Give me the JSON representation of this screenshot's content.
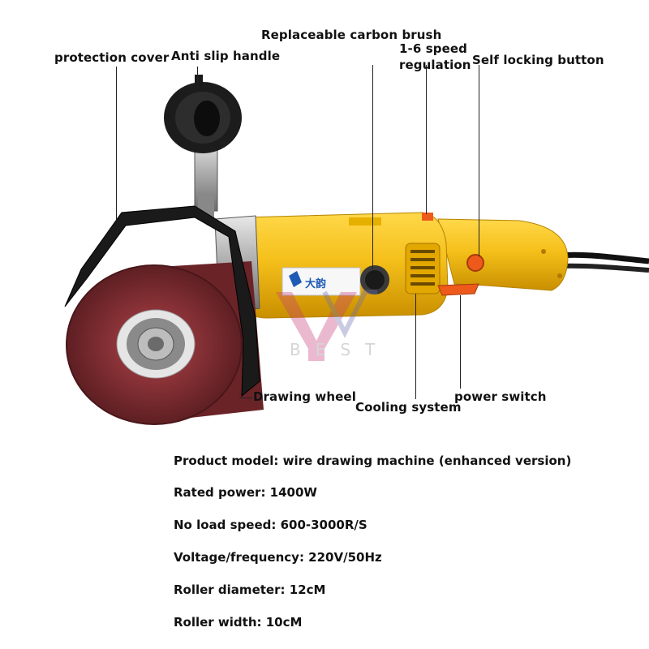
{
  "callouts": {
    "protection_cover": "protection cover",
    "anti_slip_handle": "Anti slip handle",
    "replaceable_carbon_brush": "Replaceable carbon brush",
    "speed_regulation_line1": "1-6 speed",
    "speed_regulation_line2": "regulation",
    "self_locking_button": "Self locking button",
    "drawing_wheel": "Drawing wheel",
    "cooling_system": "Cooling system",
    "power_switch": "power switch"
  },
  "watermark": "BEST",
  "brand_badge": "大韵",
  "specs": [
    "Product model: wire drawing machine (enhanced version)",
    "Rated power: 1400W",
    "No load speed: 600-3000R/S",
    "Voltage/frequency: 220V/50Hz",
    "Roller diameter: 12cM",
    "Roller width: 10cM"
  ],
  "colors": {
    "body_yellow": "#f5c01a",
    "wheel_maroon": "#7a2a2e",
    "cover_black": "#1a1a1a",
    "switch_orange": "#ee5a1c"
  }
}
